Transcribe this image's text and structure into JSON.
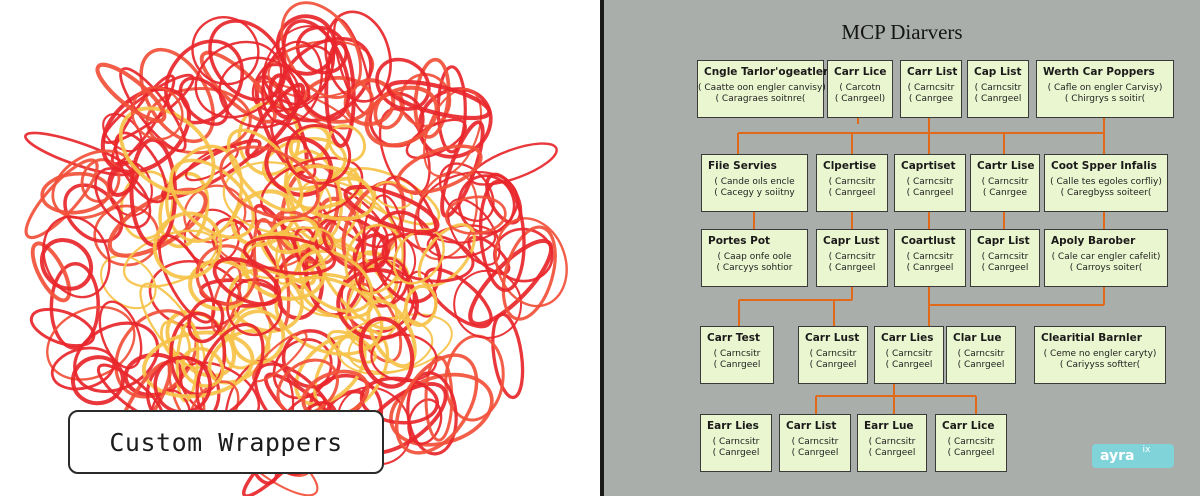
{
  "left": {
    "caption": "Custom Wrappers",
    "band_colors": [
      "#e8262b",
      "#f6c34a",
      "#f2503a"
    ]
  },
  "diagram": {
    "title": "MCP Diarvers",
    "colors": {
      "panel": "#a9aeaa",
      "node_fill": "#eaf6cf",
      "connector": "#e06a1a"
    },
    "rows": [
      [
        {
          "title": "Cngle Tarlor'ogeatler",
          "sub": "( Caatte oon engler canvisy)\n( Caragraes soitnre("
        },
        {
          "title": "Carr Lice",
          "sub": "( Carcotn\n( Canrgeel)"
        },
        {
          "title": "Carr List",
          "sub": "( Carncsitr\n( Canrgee"
        },
        {
          "title": "Cap List",
          "sub": "( Carncsitr\n( Canrgeel"
        },
        {
          "title": "Werth Car Poppers",
          "sub": "( Cafle on engler Carvisy)\n( Chirgrys s soitir("
        }
      ],
      [
        {
          "title": "Fiie Servies",
          "sub": "( Cande oıls encle\n( Cacegy y soiitny"
        },
        {
          "title": "Clpertise",
          "sub": "( Carncsitr\n( Canrgeel"
        },
        {
          "title": "Caprtiset",
          "sub": "( Carncsitr\n( Canrgeel"
        },
        {
          "title": "Cartr Lise",
          "sub": "( Carncsitr\n( Canrgee"
        },
        {
          "title": "Coot Spper Infalis",
          "sub": "( Calle tes egoles corfliy)\n( Caregbyss soiteer("
        }
      ],
      [
        {
          "title": "Portes Pot",
          "sub": "( Caap onfe oole\n( Carcyys sohtior"
        },
        {
          "title": "Capr Lust",
          "sub": "( Carncsitr\n( Canrgeel"
        },
        {
          "title": "Coartlust",
          "sub": "( Carncsitr\n( Canrgeel"
        },
        {
          "title": "Capr List",
          "sub": "( Carncsitr\n( Canrgeel"
        },
        {
          "title": "Apoly Barober",
          "sub": "( Cale car engler cafelit)\n( Carroys soiter("
        }
      ],
      [
        {
          "title": "Carr Test",
          "sub": "( Carncsitr\n( Canrgeel"
        },
        {
          "title": "Carr Lust",
          "sub": "( Carncsitr\n( Canrgeel"
        },
        {
          "title": "Carr Lies",
          "sub": "( Carncsitr\n( Canrgeel"
        },
        {
          "title": "Clar Lue",
          "sub": "( Carncsitr\n( Canrgeel"
        },
        {
          "title": "Clearitial Barnler",
          "sub": "( Ceme no engler caryty)\n( Cariyyss softter("
        }
      ],
      [
        {
          "title": "Earr Lies",
          "sub": "( Carncsitr\n( Canrgeel"
        },
        {
          "title": "Carr List",
          "sub": "( Carncsitr\n( Canrgeel"
        },
        {
          "title": "Earr Lue",
          "sub": "( Carncsitr\n( Canrgeel"
        },
        {
          "title": "Carr Lice",
          "sub": "( Carncsitr\n( Canrgeel"
        }
      ]
    ]
  },
  "watermark": {
    "text": "ayra",
    "sup": "ix"
  }
}
